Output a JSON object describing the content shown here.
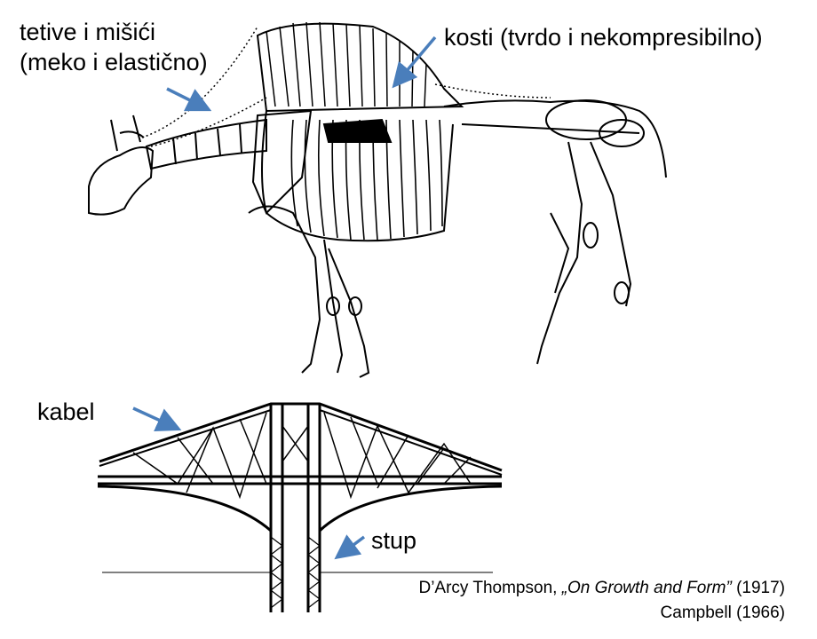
{
  "labels": {
    "tendons_line1": "tetive i mišići",
    "tendons_line2": "(meko i elastično)",
    "bones": "kosti (tvrdo i nekompresibilno)",
    "cable": "kabel",
    "pillar": "stup"
  },
  "citation": {
    "line1_prefix": "D’Arcy Thompson, ",
    "line1_title": "„On Growth and Form”",
    "line1_year": " (1917)",
    "line2": "Campbell (1966)"
  },
  "colors": {
    "arrow": "#4a7ebb",
    "ink": "#000000"
  }
}
